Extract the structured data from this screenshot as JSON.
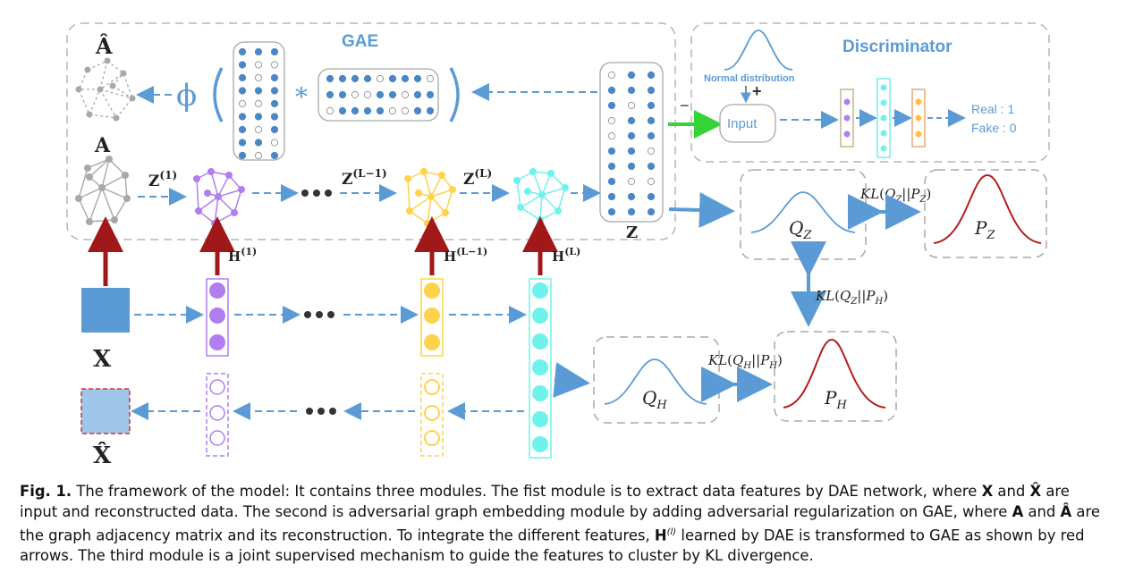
{
  "modules": {
    "gae_title": "GAE",
    "discriminator_title": "Discriminator"
  },
  "labels": {
    "A": "A",
    "A_hat": "Â",
    "phi": "ϕ",
    "star": "*",
    "Z": "Z",
    "Z1": "Z(1)",
    "ZLm1": "Z(L−1)",
    "ZL": "Z(L)",
    "H1": "H(1)",
    "HLm1": "H(L−1)",
    "HL": "H(L)",
    "X": "X",
    "X_hat": "X̂",
    "normal_distribution": "Normal distribution",
    "plus": "+",
    "minus": "−",
    "input": "Input",
    "real": "Real : 1",
    "fake": "Fake : 0",
    "QZ": "QZ",
    "PZ": "PZ",
    "QH": "QH",
    "PH": "PH",
    "kl_qz_pz": "KL(QZ||PZ)",
    "kl_qz_ph": "KL(QZ||PH)",
    "kl_qh_ph": "KL(QH||PH)"
  },
  "colors": {
    "blue": "#5b9bd5",
    "dashed_gray": "#b5b5b5",
    "red_arrow": "#a01818",
    "green_arrow": "#35d335",
    "purple": "#b07ef0",
    "yellow": "#ffd24d",
    "cyan": "#6ff2ec",
    "dark_red_curve": "#b71c1c",
    "graph_gray": "#a8a8a8"
  },
  "caption": {
    "fig": "Fig. 1.",
    "part1": " The framework of the model: It contains three modules. The fist module is to extract data features by DAE network, where ",
    "X": "X",
    "and1": " and ",
    "Xhat": "X̂",
    "part2": " are input and reconstructed data. The second is adversarial graph embedding module by adding adversarial regularization on GAE, where ",
    "A": "A",
    "and2": " and ",
    "Ahat": "Â",
    "part3": " are the graph adjacency matrix and its reconstruction. To integrate the different features, ",
    "H": "H",
    "Hsup": "(l)",
    "part4": " learned by DAE is transformed to GAE as shown by red arrows. The third module is a joint supervised mechanism to guide the features to cluster by KL divergence."
  }
}
